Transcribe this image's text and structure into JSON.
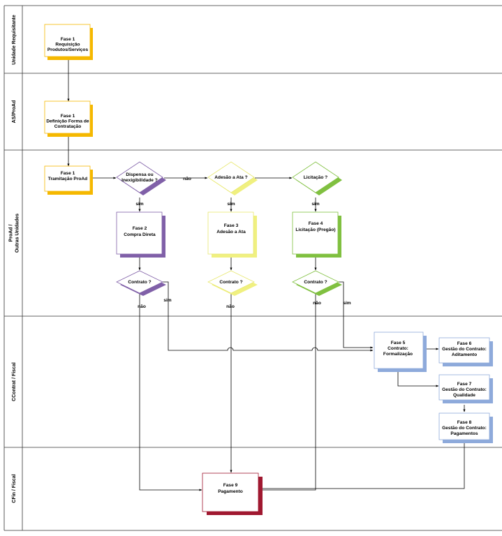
{
  "lanes": [
    {
      "id": "unidade",
      "label": "Unidade Requisitante"
    },
    {
      "id": "as",
      "label": "AS/ProAd"
    },
    {
      "id": "proad",
      "label": "ProAd / Outras Unidades"
    },
    {
      "id": "ccontrat",
      "label": "CContrat / Fiscal"
    },
    {
      "id": "cfin",
      "label": "CFin / Fiscal"
    }
  ],
  "colors": {
    "orange": "#f5b800",
    "purple": "#8060a8",
    "yellow": "#f0f080",
    "green": "#80c040",
    "blue": "#8eaadb",
    "red": "#a01830"
  },
  "nodes": {
    "fase1_req": {
      "lines": [
        "Fase 1",
        "Requisição",
        "Produtos/Serviços"
      ]
    },
    "fase1_def": {
      "lines": [
        "Fase 1",
        "Definição Forma de",
        "Contratação"
      ]
    },
    "fase1_tram": {
      "lines": [
        "Fase 1",
        "Tramitação ProAd"
      ]
    },
    "dispensa": {
      "lines": [
        "Dispensa ou",
        "Inexigibilidade ?"
      ]
    },
    "adesao_q": {
      "lines": [
        "Adesão a Ata ?"
      ]
    },
    "licitacao_q": {
      "lines": [
        "Licitação ?"
      ]
    },
    "fase2": {
      "lines": [
        "Fase 2",
        "Compra Direta"
      ]
    },
    "fase3": {
      "lines": [
        "Fase 3",
        "Adesão a Ata"
      ]
    },
    "fase4": {
      "lines": [
        "Fase 4",
        "Licitação (Pregão)"
      ]
    },
    "contrato_q1": {
      "lines": [
        "Contrato ?"
      ]
    },
    "contrato_q2": {
      "lines": [
        "Contrato ?"
      ]
    },
    "contrato_q3": {
      "lines": [
        "Contrato ?"
      ]
    },
    "fase5": {
      "lines": [
        "Fase 5",
        "Contrato:",
        "Formalização"
      ]
    },
    "fase6": {
      "lines": [
        "Fase 6",
        "Gestão do Contrato:",
        "Aditamento"
      ]
    },
    "fase7": {
      "lines": [
        "Fase 7",
        "Gestão do Contrato:",
        "Qualidade"
      ]
    },
    "fase8": {
      "lines": [
        "Fase 8",
        "Gestão do Contrato:",
        "Pagamentos"
      ]
    },
    "fase9": {
      "lines": [
        "Fase 9",
        "Pagamento"
      ]
    }
  },
  "edge_labels": {
    "nao": "não",
    "sim": "sim"
  }
}
